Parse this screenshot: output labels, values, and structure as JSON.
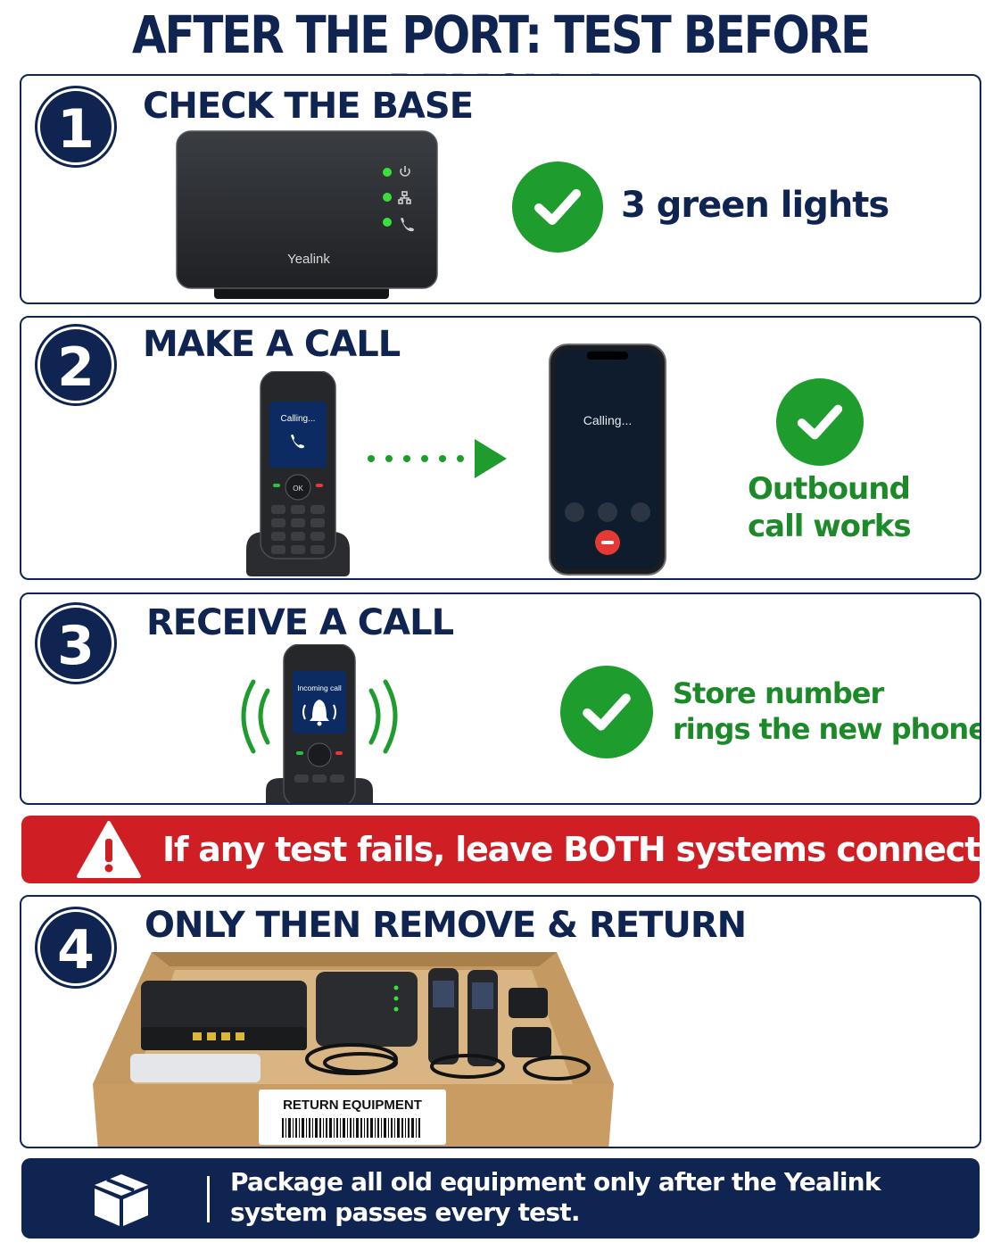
{
  "title": "AFTER THE PORT: TEST BEFORE REMOVAL",
  "colors": {
    "navy": "#0f2450",
    "green": "#1e9d2e",
    "red": "#d01e25"
  },
  "steps": [
    {
      "number": "1",
      "title": "CHECK THE BASE",
      "device_brand": "Yealink",
      "result": "3 green lights",
      "icons": [
        "base-station-icon",
        "power-icon",
        "network-icon",
        "phone-icon",
        "check-icon"
      ]
    },
    {
      "number": "2",
      "title": "MAKE A CALL",
      "handset_screen": "Calling...",
      "mobile_screen": "Calling...",
      "result_line1": "Outbound",
      "result_line2": "call works",
      "icons": [
        "cordless-handset-icon",
        "arrow-right-icon",
        "smartphone-icon",
        "check-icon"
      ]
    },
    {
      "number": "3",
      "title": "RECEIVE A CALL",
      "handset_screen": "Incoming call",
      "result_line1": "Store number",
      "result_line2": "rings the new phone",
      "icons": [
        "ringing-handset-icon",
        "bell-icon",
        "check-icon"
      ]
    },
    {
      "number": "4",
      "title": "ONLY THEN REMOVE & RETURN",
      "box_label": "RETURN EQUIPMENT",
      "icons": [
        "return-box-icon",
        "barcode-icon"
      ]
    }
  ],
  "warning": {
    "text": "If any test fails, leave BOTH systems connected.",
    "icon": "warning-icon"
  },
  "footer": {
    "text": "Package all old equipment only after the Yealink system passes every test.",
    "icon": "package-icon"
  }
}
